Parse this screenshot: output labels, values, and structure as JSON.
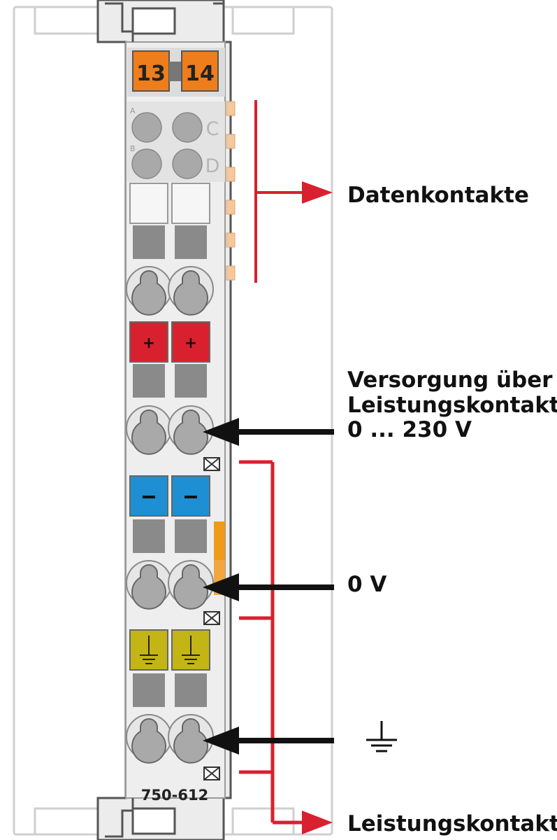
{
  "module": {
    "number_left": "13",
    "number_right": "14",
    "part_number": "750-612",
    "led_letters": [
      "C",
      "D"
    ],
    "led_small_letters": [
      "A",
      "B"
    ]
  },
  "terminals": [
    {
      "kind": "plus",
      "symbol": "+",
      "color": "#d9202e"
    },
    {
      "kind": "minus",
      "symbol": "–",
      "color": "#1e8fd3"
    },
    {
      "kind": "ground",
      "symbol": "ground-icon",
      "color": "#c4b516"
    }
  ],
  "labels": {
    "data_contacts": "Datenkontakte",
    "supply_line1": "Versorgung über",
    "supply_line2": "Leistungskontakte",
    "supply_line3": "0 ... 230 V",
    "zero_volt": "0 V",
    "power_contacts": "Leistungskontakte"
  },
  "colors": {
    "housing": "#ececec",
    "housing_outline": "#9a9a9a",
    "number_tag": "#ee7d1b",
    "data_contact": "#f5c79c",
    "arrow_red": "#d9202e",
    "arrow_black": "#111111",
    "square_gray": "#8a8a8a",
    "circle_gray": "#a9a9a9"
  }
}
